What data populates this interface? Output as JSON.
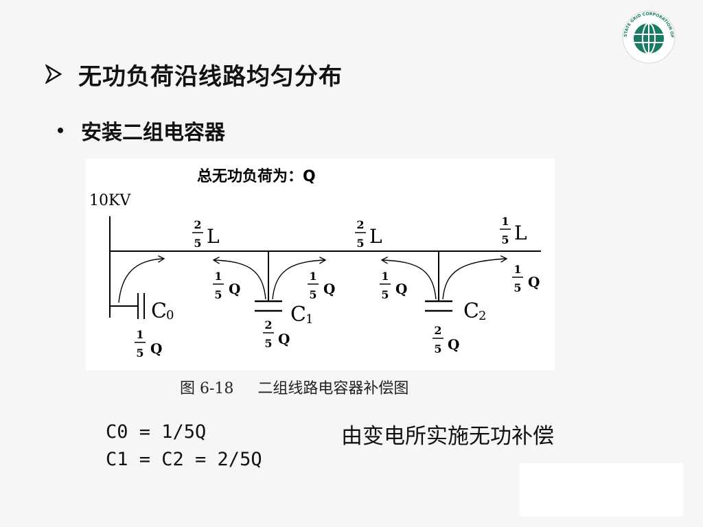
{
  "slide": {
    "heading": "无功负荷沿线路均匀分布",
    "bullet": "安装二组电容器",
    "caption": "图 6-18     二组线路电容器补偿图",
    "formulas": [
      "C0 = 1/5Q",
      "C1 = C2 = 2/5Q"
    ],
    "note": "由变电所实施无功补偿"
  },
  "logo": {
    "icon": "globe-icon",
    "text": "STATE GRID CORPORATION OF CHINA",
    "accent": "#1b7a63"
  },
  "figure": {
    "title": "总无功负荷为：Q",
    "voltage": "10KV",
    "segments": [
      {
        "num": "2",
        "den": "5",
        "unit": "L"
      },
      {
        "num": "2",
        "den": "5",
        "unit": "L"
      },
      {
        "num": "1",
        "den": "5",
        "unit": "L"
      }
    ],
    "capacitors": [
      {
        "letter": "C",
        "sub": "0",
        "num": "1",
        "den": "5",
        "unit": "Q"
      },
      {
        "letter": "C",
        "sub": "1",
        "num": "2",
        "den": "5",
        "unit": "Q"
      },
      {
        "letter": "C",
        "sub": "2",
        "num": "2",
        "den": "5",
        "unit": "Q"
      }
    ],
    "flows": [
      {
        "num": "1",
        "den": "5",
        "unit": "Q"
      },
      {
        "num": "1",
        "den": "5",
        "unit": "Q"
      },
      {
        "num": "1",
        "den": "5",
        "unit": "Q"
      },
      {
        "num": "1",
        "den": "5",
        "unit": "Q"
      }
    ]
  }
}
